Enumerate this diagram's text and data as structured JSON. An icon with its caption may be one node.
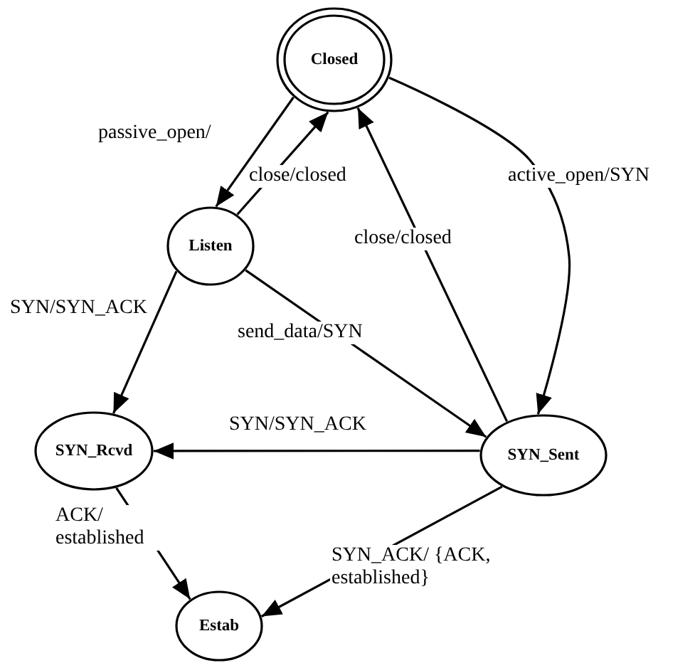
{
  "diagram": {
    "nodes": [
      {
        "text": [
          "Closed"
        ]
      },
      {
        "text": [
          "Listen"
        ]
      },
      {
        "text": [
          "SYN_Rcvd"
        ]
      },
      {
        "text": [
          "SYN_Sent"
        ]
      },
      {
        "text": [
          "Estab"
        ]
      }
    ],
    "edges": [
      {
        "from": 0,
        "to": 1,
        "arrow": "to",
        "label": "passive_open/"
      },
      {
        "from": 1,
        "to": 0,
        "arrow": "to",
        "label": "close/closed"
      },
      {
        "from": 0,
        "to": 3,
        "arrow": "to",
        "label": "active_open/SYN"
      },
      {
        "from": 3,
        "to": 0,
        "arrow": "to",
        "label": "close/closed"
      },
      {
        "from": 1,
        "to": 3,
        "arrow": "to",
        "label": "send_data/SYN"
      },
      {
        "from": 1,
        "to": 2,
        "arrow": "to",
        "label": "SYN/SYN_ACK"
      },
      {
        "from": 3,
        "to": 2,
        "arrow": "to",
        "label": "SYN/SYN_ACK"
      },
      {
        "from": 2,
        "to": 4,
        "arrow": "to",
        "label": "ACK/ established"
      },
      {
        "from": 3,
        "to": 4,
        "arrow": "to",
        "label": "SYN_ACK/ {ACK, established}"
      }
    ]
  }
}
